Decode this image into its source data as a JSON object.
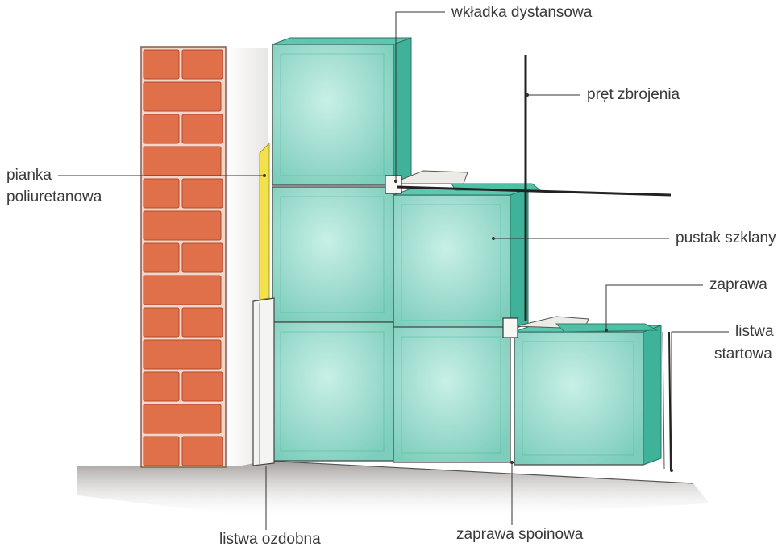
{
  "labels": {
    "spacer": "wkładka dystansowa",
    "rebar": "pręt zbrojenia",
    "foam_line1": "pianka",
    "foam_line2": "poliuretanowa",
    "glass_block": "pustak szklany",
    "mortar": "zaprawa",
    "starter_line1": "listwa",
    "starter_line2": "startowa",
    "trim": "listwa ozdobna",
    "joint_mortar": "zaprawa spoinowa"
  },
  "colors": {
    "brick": "#e0704a",
    "mortar_joint": "#f2d6c8",
    "glass": "#a8e4d8",
    "glass_edge": "#3fb39a",
    "foam": "#f2e14a",
    "leader": "#333333",
    "floor": "#9b9692"
  }
}
